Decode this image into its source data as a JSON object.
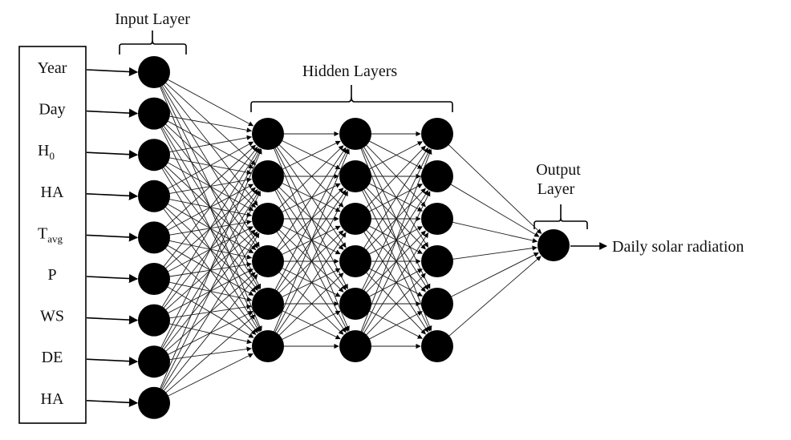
{
  "diagram": {
    "type": "neural-network",
    "input_layer": {
      "title": "Input Layer",
      "features": [
        {
          "main": "Year",
          "sub": ""
        },
        {
          "main": "Day",
          "sub": ""
        },
        {
          "main": "H",
          "sub": "0"
        },
        {
          "main": "HA",
          "sub": ""
        },
        {
          "main": "T",
          "sub": "avg"
        },
        {
          "main": "P",
          "sub": ""
        },
        {
          "main": "WS",
          "sub": ""
        },
        {
          "main": "DE",
          "sub": ""
        },
        {
          "main": "HA",
          "sub": ""
        }
      ],
      "node_count": 9
    },
    "hidden_layers": {
      "title": "Hidden Layers",
      "layers": [
        6,
        6,
        6
      ]
    },
    "output_layer": {
      "title_line1": "Output",
      "title_line2": "Layer",
      "node_count": 1,
      "output_label": "Daily solar radiation"
    },
    "colors": {
      "node": "#000000",
      "edge": "#1a1a1a",
      "text": "#111111"
    }
  }
}
